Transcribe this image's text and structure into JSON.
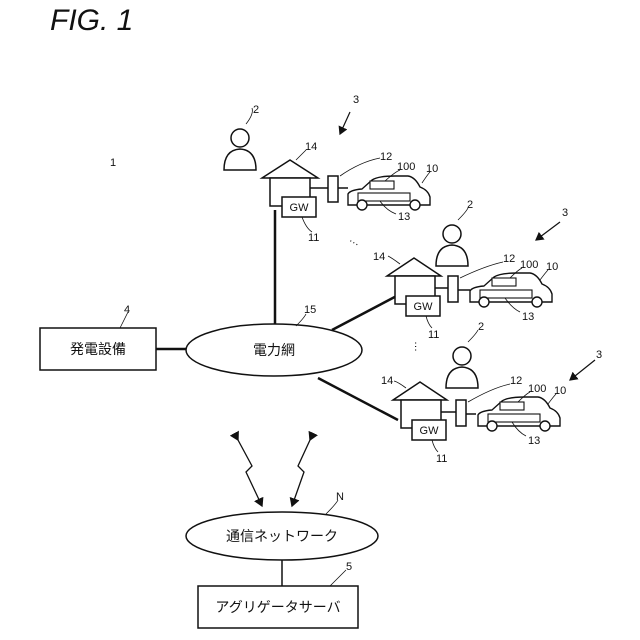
{
  "figure": {
    "title": "FIG. 1"
  },
  "labels": {
    "system": "1",
    "user": "2",
    "facility": "3",
    "generator": "4",
    "aggregator_server": "5",
    "vehicle": "10",
    "gateway": "11",
    "charger": "12",
    "inlet": "13",
    "house": "14",
    "grid": "15",
    "battery": "100",
    "network": "N"
  },
  "blocks": {
    "generator": "発電設備",
    "grid": "電力網",
    "network": "通信ネットワーク",
    "aggregator": "アグリゲータサーバ",
    "gw": "GW"
  },
  "ellipsis": "…"
}
